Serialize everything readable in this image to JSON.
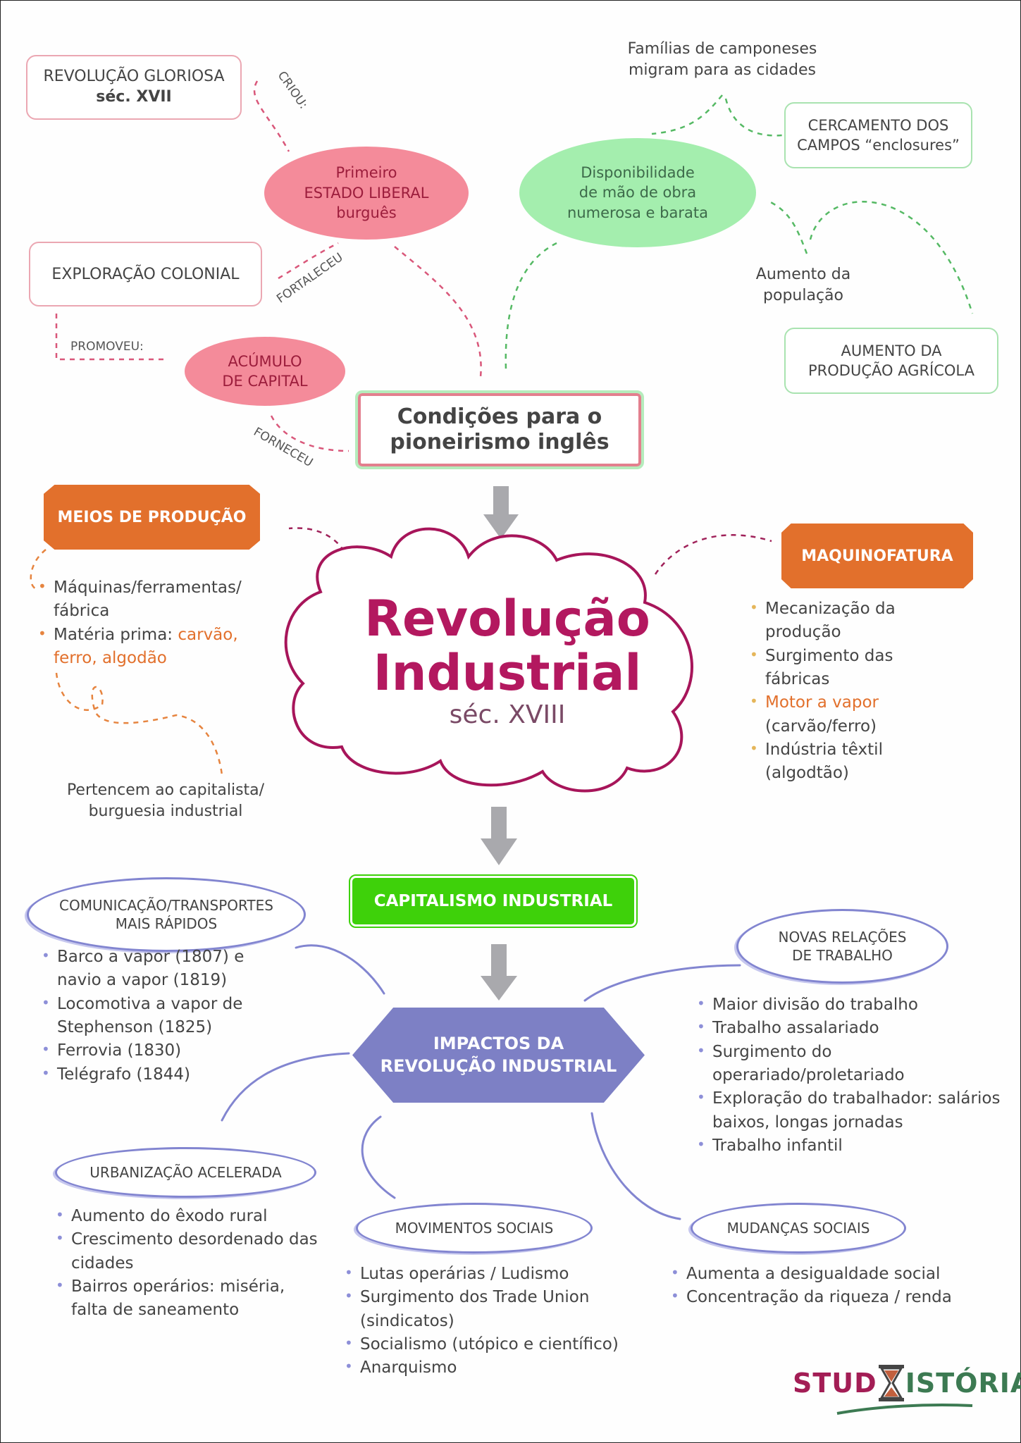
{
  "title": "Revolução Industrial",
  "subtitle": "séc. XVIII",
  "top_section": {
    "revolucao_gloriosa": {
      "line1": "REVOLUÇÃO GLORIOSA",
      "line2": "séc. XVII"
    },
    "exploracao_colonial": "EXPLORAÇÃO COLONIAL",
    "estado_liberal": {
      "line1": "Primeiro",
      "line2": "ESTADO LIBERAL",
      "line3": "burguês"
    },
    "acumulo_capital": {
      "line1": "ACÚMULO",
      "line2": "DE CAPITAL"
    },
    "mao_de_obra": {
      "line1": "Disponibilidade",
      "line2": "de mão de obra",
      "line3": "numerosa e barata"
    },
    "familias": {
      "line1": "Famílias de camponeses",
      "line2": "migram para as cidades"
    },
    "cercamento": {
      "line1": "CERCAMENTO DOS",
      "line2": "CAMPOS “enclosures”"
    },
    "aumento_populacao": {
      "line1": "Aumento da",
      "line2": "população"
    },
    "aumento_producao": {
      "line1": "AUMENTO DA",
      "line2": "PRODUÇÃO AGRÍCOLA"
    },
    "condicoes": {
      "line1": "Condições para o",
      "line2": "pioneirismo inglês"
    },
    "edge_labels": {
      "criou": "CRIOU:",
      "fortaleceu": "FORTALECEU",
      "promoveu": "PROMOVEU:",
      "forneceu": "FORNECEU"
    }
  },
  "meios_producao": {
    "label": "MEIOS DE PRODUÇÃO",
    "items": [
      {
        "text": "Máquinas/ferramentas/ fábrica",
        "highlight": ""
      },
      {
        "text": "Matéria prima: ",
        "highlight": "carvão, ferro, algodão"
      }
    ],
    "note": {
      "line1": "Pertencem ao capitalista/",
      "line2": "burguesia industrial"
    }
  },
  "maquinofatura": {
    "label": "MAQUINOFATURA",
    "items": [
      {
        "text": "Mecanização da produção",
        "highlight": ""
      },
      {
        "text": "Surgimento das fábricas",
        "highlight": ""
      },
      {
        "text": "(carvão/ferro)",
        "highlight": "Motor a vapor"
      },
      {
        "text": "Indústria têxtil (algodtão)",
        "highlight": ""
      }
    ]
  },
  "capitalismo": "CAPITALISMO INDUSTRIAL",
  "impactos": {
    "line1": "IMPACTOS DA",
    "line2": "REVOLUÇÃO INDUSTRIAL"
  },
  "comunicacao": {
    "label": {
      "line1": "COMUNICAÇÃO/TRANSPORTES",
      "line2": "MAIS RÁPIDOS"
    },
    "items": [
      "Barco a vapor (1807) e navio a vapor (1819)",
      "Locomotiva a vapor de Stephenson (1825)",
      "Ferrovia (1830)",
      "Telégrafo (1844)"
    ]
  },
  "novas_relacoes": {
    "label": {
      "line1": "NOVAS RELAÇÕES",
      "line2": "DE TRABALHO"
    },
    "items": [
      "Maior divisão do trabalho",
      "Trabalho assalariado",
      "Surgimento do operariado/proletariado",
      "Exploração do trabalhador: salários baixos, longas jornadas",
      "Trabalho infantil"
    ]
  },
  "urbanizacao": {
    "label": "URBANIZAÇÃO ACELERADA",
    "items": [
      "Aumento do êxodo rural",
      "Crescimento desordenado das cidades",
      "Bairros operários: miséria, falta de saneamento"
    ]
  },
  "movimentos": {
    "label": "MOVIMENTOS SOCIAIS",
    "items": [
      "Lutas operárias / Ludismo",
      "Surgimento dos Trade Union (sindicatos)",
      "Socialismo (utópico e científico)",
      "Anarquismo"
    ]
  },
  "mudancas": {
    "label": "MUDANÇAS SOCIAIS",
    "items": [
      "Aumenta a desigualdade social",
      "Concentração da riqueza / renda"
    ]
  },
  "logo": {
    "part1": "STUD",
    "part2": "ISTÓRIA"
  },
  "colors": {
    "pink": "#f48b9a",
    "green": "#a4eeae",
    "orange": "#e2702c",
    "magenta": "#b3185f",
    "purple": "#7d80c5",
    "bright_green": "#3ed10a"
  }
}
